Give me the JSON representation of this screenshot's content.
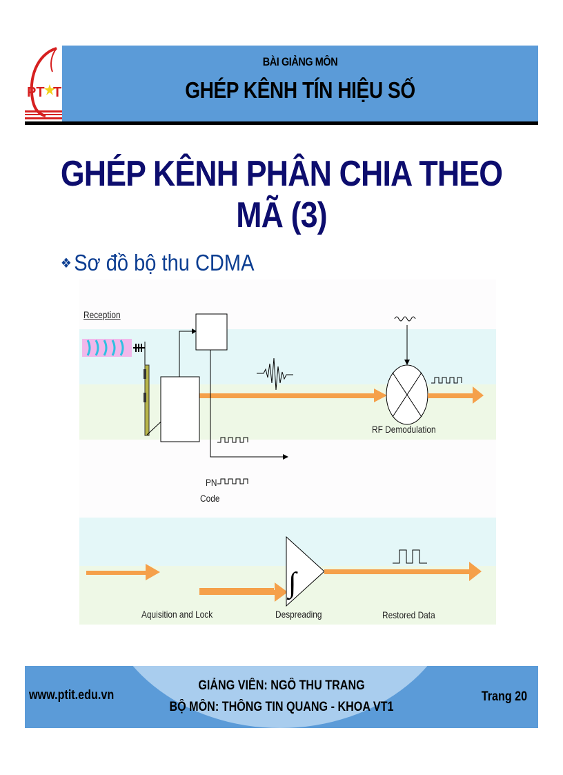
{
  "header": {
    "logo_text": "PTIT",
    "subtitle": "BÀI GIẢNG MÔN",
    "course_title": "GHÉP KÊNH TÍN HIỆU SỐ",
    "band_color": "#5b9bd8"
  },
  "slide": {
    "title": "GHÉP KÊNH PHÂN CHIA THEO MÃ (3)",
    "title_color": "#0d0d6e",
    "bullet_icon": "diamond-bullet-icon",
    "bullet_text": "Sơ đồ bộ thu CDMA"
  },
  "diagram": {
    "reception_label": "Reception",
    "rf_demod_label": "RF Demodulation",
    "pn_code_line1": "PN",
    "pn_code_line2": "Code",
    "acquisition_label": "Aquisition and Lock",
    "despreading_label": "Despreading",
    "restored_label": "Restored Data",
    "arrow_color": "#f5a04a",
    "band_cyan": "#e4f7f8",
    "band_green": "#eef8e6"
  },
  "footer": {
    "url": "www.ptit.edu.vn",
    "lecturer": "GIẢNG VIÊN: NGÔ THU TRANG",
    "department": "BỘ MÔN: THÔNG TIN QUANG - KHOA VT1",
    "page_label": "Trang 20"
  }
}
